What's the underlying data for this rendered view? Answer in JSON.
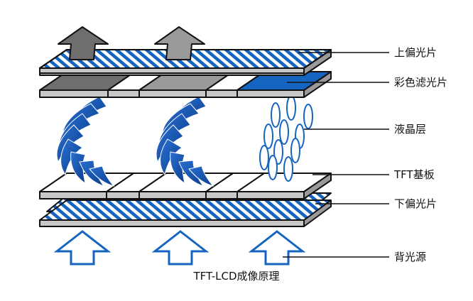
{
  "labels": {
    "upper_polarizer": "上偏光片",
    "color_filter": "彩色滤光片",
    "liquid_crystal": "液晶层",
    "tft_substrate": "TFT基板",
    "lower_polarizer": "下偏光片",
    "backlight": "背光源"
  },
  "caption": "TFT-LCD成像原理",
  "colors": {
    "blue": "#1565c0",
    "stroke": "#111111",
    "gray_light": "#c8c8c8",
    "gray_mid": "#9a9a9a",
    "gray_dark": "#6e6e6e"
  }
}
